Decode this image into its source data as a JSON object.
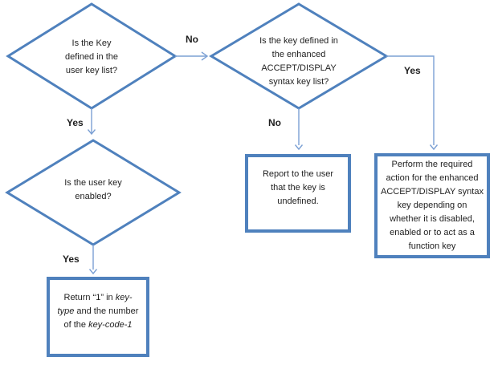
{
  "colors": {
    "shape_border": "#4f81bd",
    "connector": "#7ba0d4",
    "text": "#1f1f1f",
    "background": "#ffffff"
  },
  "nodes": {
    "decision_user_key_list": {
      "text": "Is the Key\ndefined in the\nuser key list?"
    },
    "decision_enhanced_syntax": {
      "text": "Is the key defined in\nthe enhanced\nACCEPT/DISPLAY\nsyntax key list?"
    },
    "decision_user_key_enabled": {
      "text": "Is the user key\nenabled?"
    },
    "process_report_undefined": {
      "text": "Report to the user\nthat the key is\nundefined."
    },
    "process_perform_action": {
      "text": "Perform the required\naction for the enhanced\nACCEPT/DISPLAY syntax\nkey depending on\nwhether it is disabled,\nenabled or to act as a\nfunction key"
    },
    "process_return_key_type": {
      "part1": "Return “1” in ",
      "italic1": "key-\ntype",
      "part2": " and the number\nof the ",
      "italic2": "key-code-1"
    }
  },
  "edge_labels": {
    "d1_to_d2": "No",
    "d1_to_d3": "Yes",
    "d3_to_r1": "Yes",
    "d2_to_r2": "No",
    "d2_to_r3": "Yes"
  }
}
